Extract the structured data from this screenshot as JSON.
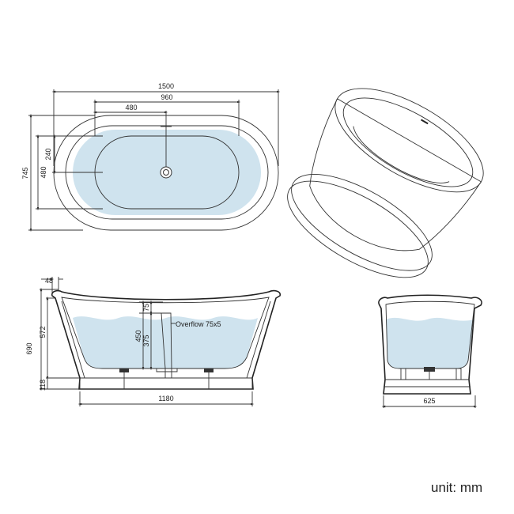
{
  "colors": {
    "water": "#cfe3ee",
    "line": "#333333",
    "fill_inner": "#daeaf2"
  },
  "dimensions": {
    "length_total": "1500",
    "inner_length": "960",
    "drain_offset": "480",
    "width_total": "745",
    "inner_width": "480",
    "drain_half_width": "240",
    "rim_width": "48",
    "height_total": "690",
    "body_height": "572",
    "plinth_height": "118",
    "overflow_depth": "75",
    "water_depth_450": "450",
    "water_depth_375": "375",
    "base_length": "1180",
    "base_width": "625"
  },
  "labels": {
    "overflow": "Overflow 75x5",
    "unit": "unit: mm"
  }
}
